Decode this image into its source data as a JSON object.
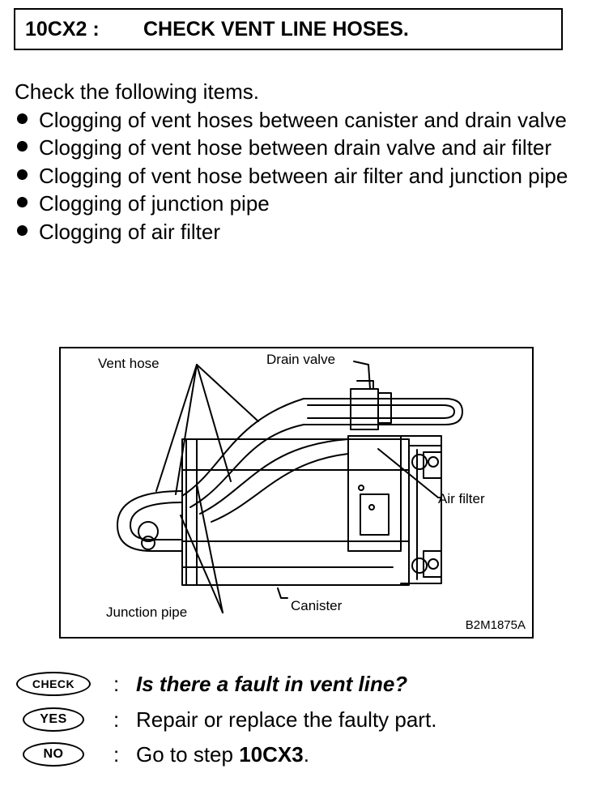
{
  "header": {
    "code": "10CX2 :",
    "title": "CHECK VENT LINE HOSES."
  },
  "intro": "Check the following items.",
  "items": [
    "Clogging of vent hoses between canister and drain valve",
    "Clogging of vent hose between drain valve and air filter",
    "Clogging of vent hose between air filter and junction pipe",
    "Clogging of junction pipe",
    "Clogging of air filter"
  ],
  "figure": {
    "labels": {
      "vent_hose": "Vent hose",
      "drain_valve": "Drain valve",
      "air_filter": "Air filter",
      "junction_pipe": "Junction pipe",
      "canister": "Canister"
    },
    "figure_id": "B2M1875A"
  },
  "steps": {
    "check": {
      "badge": "CHECK",
      "text": "Is there a fault in vent line?"
    },
    "yes": {
      "badge": "YES",
      "text": "Repair or replace the faulty part."
    },
    "no": {
      "badge": "NO",
      "text_prefix": "Go to step ",
      "text_step": "10CX3",
      "text_suffix": "."
    }
  }
}
